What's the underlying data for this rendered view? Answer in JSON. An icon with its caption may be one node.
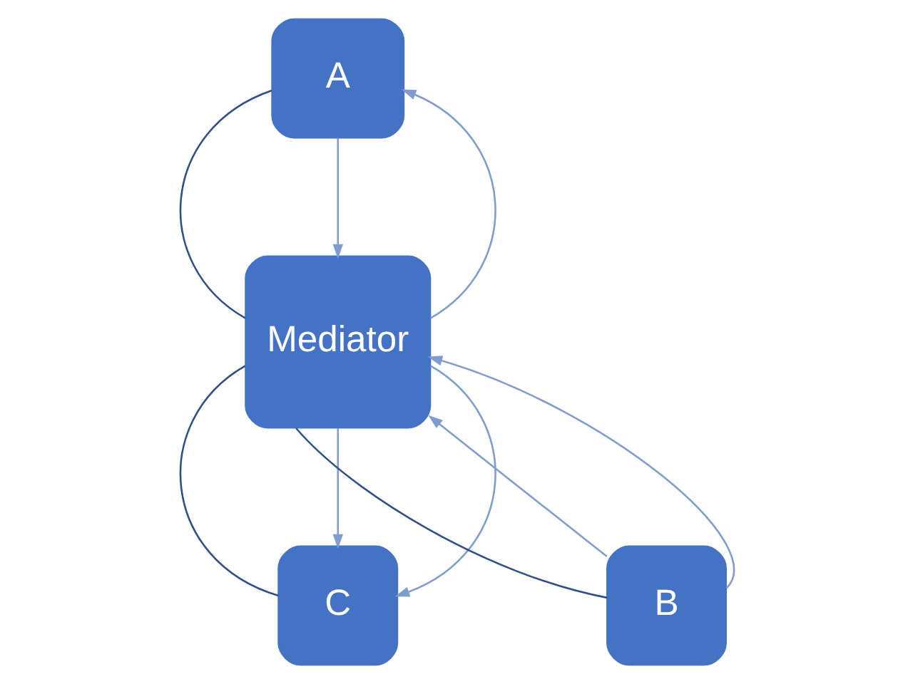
{
  "diagram": {
    "nodes": [
      {
        "text": [
          "A"
        ]
      },
      {
        "text": [
          "Mediator"
        ]
      },
      {
        "text": [
          "C"
        ]
      },
      {
        "text": [
          "B"
        ]
      }
    ],
    "edges": [
      {
        "from": 0,
        "to": 1,
        "arrow": "none",
        "color": "#2f4f8a"
      },
      {
        "from": 0,
        "to": 1,
        "arrow": "to"
      },
      {
        "from": 1,
        "to": 0,
        "arrow": "to"
      },
      {
        "from": 1,
        "to": 2,
        "arrow": "none",
        "color": "#2f4f8a"
      },
      {
        "from": 1,
        "to": 2,
        "arrow": "to"
      },
      {
        "from": 1,
        "to": 2,
        "arrow": "to"
      },
      {
        "from": 3,
        "to": 1,
        "arrow": "none",
        "color": "#2f4f8a"
      },
      {
        "from": 3,
        "to": 1,
        "arrow": "to"
      },
      {
        "from": 3,
        "to": 1,
        "arrow": "to"
      }
    ]
  }
}
